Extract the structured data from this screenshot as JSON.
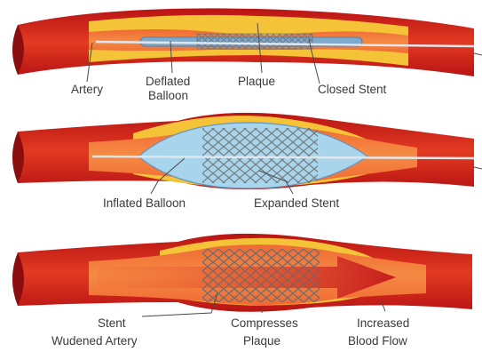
{
  "panels": [
    {
      "id": "panel-1",
      "labels": {
        "artery": "Artery",
        "deflated_line1": "Deflated",
        "deflated_line2": "Balloon",
        "plaque": "Plaque",
        "closed_stent": "Closed Stent"
      }
    },
    {
      "id": "panel-2",
      "labels": {
        "inflated_balloon": "Inflated Balloon",
        "expanded_stent": "Expanded Stent"
      }
    },
    {
      "id": "panel-3",
      "labels": {
        "stent_line1": "Stent",
        "stent_line2": "Wudened Artery",
        "compresses_line1": "Compresses",
        "compresses_line2": "Plaque",
        "increased_line1": "Increased",
        "increased_line2": "Blood Flow"
      }
    }
  ],
  "colors": {
    "artery_outer": "#c41a1a",
    "artery_wall": "#e0331f",
    "lumen": "#f0582c",
    "plaque": "#f5c338",
    "balloon": "#a8d4ec",
    "balloon_dark": "#5f97c4",
    "stent": "#6e6e6e",
    "catheter": "#c8d2dc",
    "arrow": "#c3141a"
  }
}
